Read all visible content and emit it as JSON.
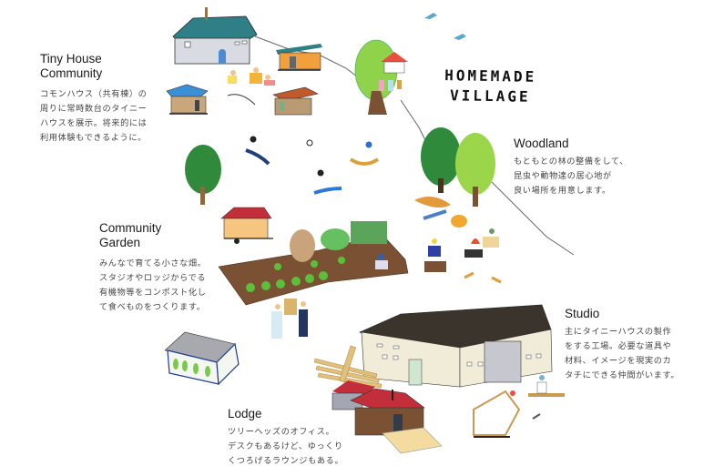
{
  "logo": {
    "line1": "HOMEMADE",
    "line2": "VILLAGE"
  },
  "areas": [
    {
      "id": "tiny-house-community",
      "title": "Tiny House\nCommunity",
      "description": "コモンハウス（共有棟）の\n周りに常時数台のタイニー\nハウスを展示。将来的には\n利用体験もできるように。"
    },
    {
      "id": "woodland",
      "title": "Woodland",
      "description": "もともとの林の整備をして、\n昆虫や動物達の居心地が\n良い場所を用意します。"
    },
    {
      "id": "community-garden",
      "title": "Community\nGarden",
      "description": "みんなで育てる小さな畑。\nスタジオやロッジからでる\n有機物等をコンポスト化し\nて食べものをつくります。"
    },
    {
      "id": "studio",
      "title": "Studio",
      "description": "主にタイニーハウスの製作\nをする工場。必要な道具や\n材料、イメージを現実のカ\nタチにできる仲間がいます。"
    },
    {
      "id": "lodge",
      "title": "Lodge",
      "description": "ツリーヘッズのオフィス。\nデスクもあるけど、ゆっくり\nくつろげるラウンジもある。"
    }
  ],
  "colors": {
    "teal_roof": "#2f7f86",
    "blue_roof": "#3a8fd6",
    "red_roof": "#c8283a",
    "orange_house": "#f2a03c",
    "dark_green_tree": "#2f8a3c",
    "light_green_tree": "#8fd34a",
    "soil": "#7a5233",
    "studio_roof": "#3a342c",
    "studio_wall": "#f1ecd8",
    "wood": "#e2c07a"
  }
}
